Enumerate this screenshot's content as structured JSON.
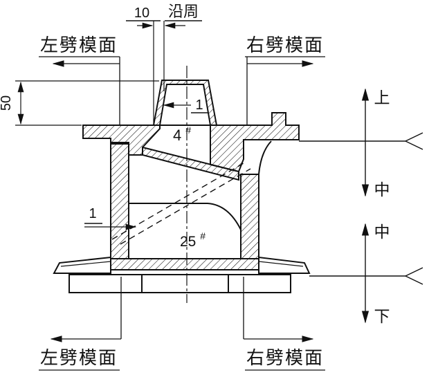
{
  "drawing": {
    "dimensions": {
      "top_offset": "10",
      "cup_height": "50",
      "wall_thickness_top": "1",
      "gap_bottom": "1"
    },
    "annotations": {
      "perimeter": "沿周"
    },
    "parts": {
      "upper": {
        "num": "4",
        "sup": "#"
      },
      "lower": {
        "num": "25",
        "sup": "#"
      }
    },
    "parting_faces": {
      "top_left": "左劈模面",
      "top_right": "右劈模面",
      "bottom_left": "左劈模面",
      "bottom_right": "右劈模面"
    },
    "mold_sections": {
      "upper": "上",
      "middle_1": "中",
      "middle_2": "中",
      "lower": "下"
    },
    "colors": {
      "line": "#111111",
      "background": "#ffffff"
    }
  }
}
